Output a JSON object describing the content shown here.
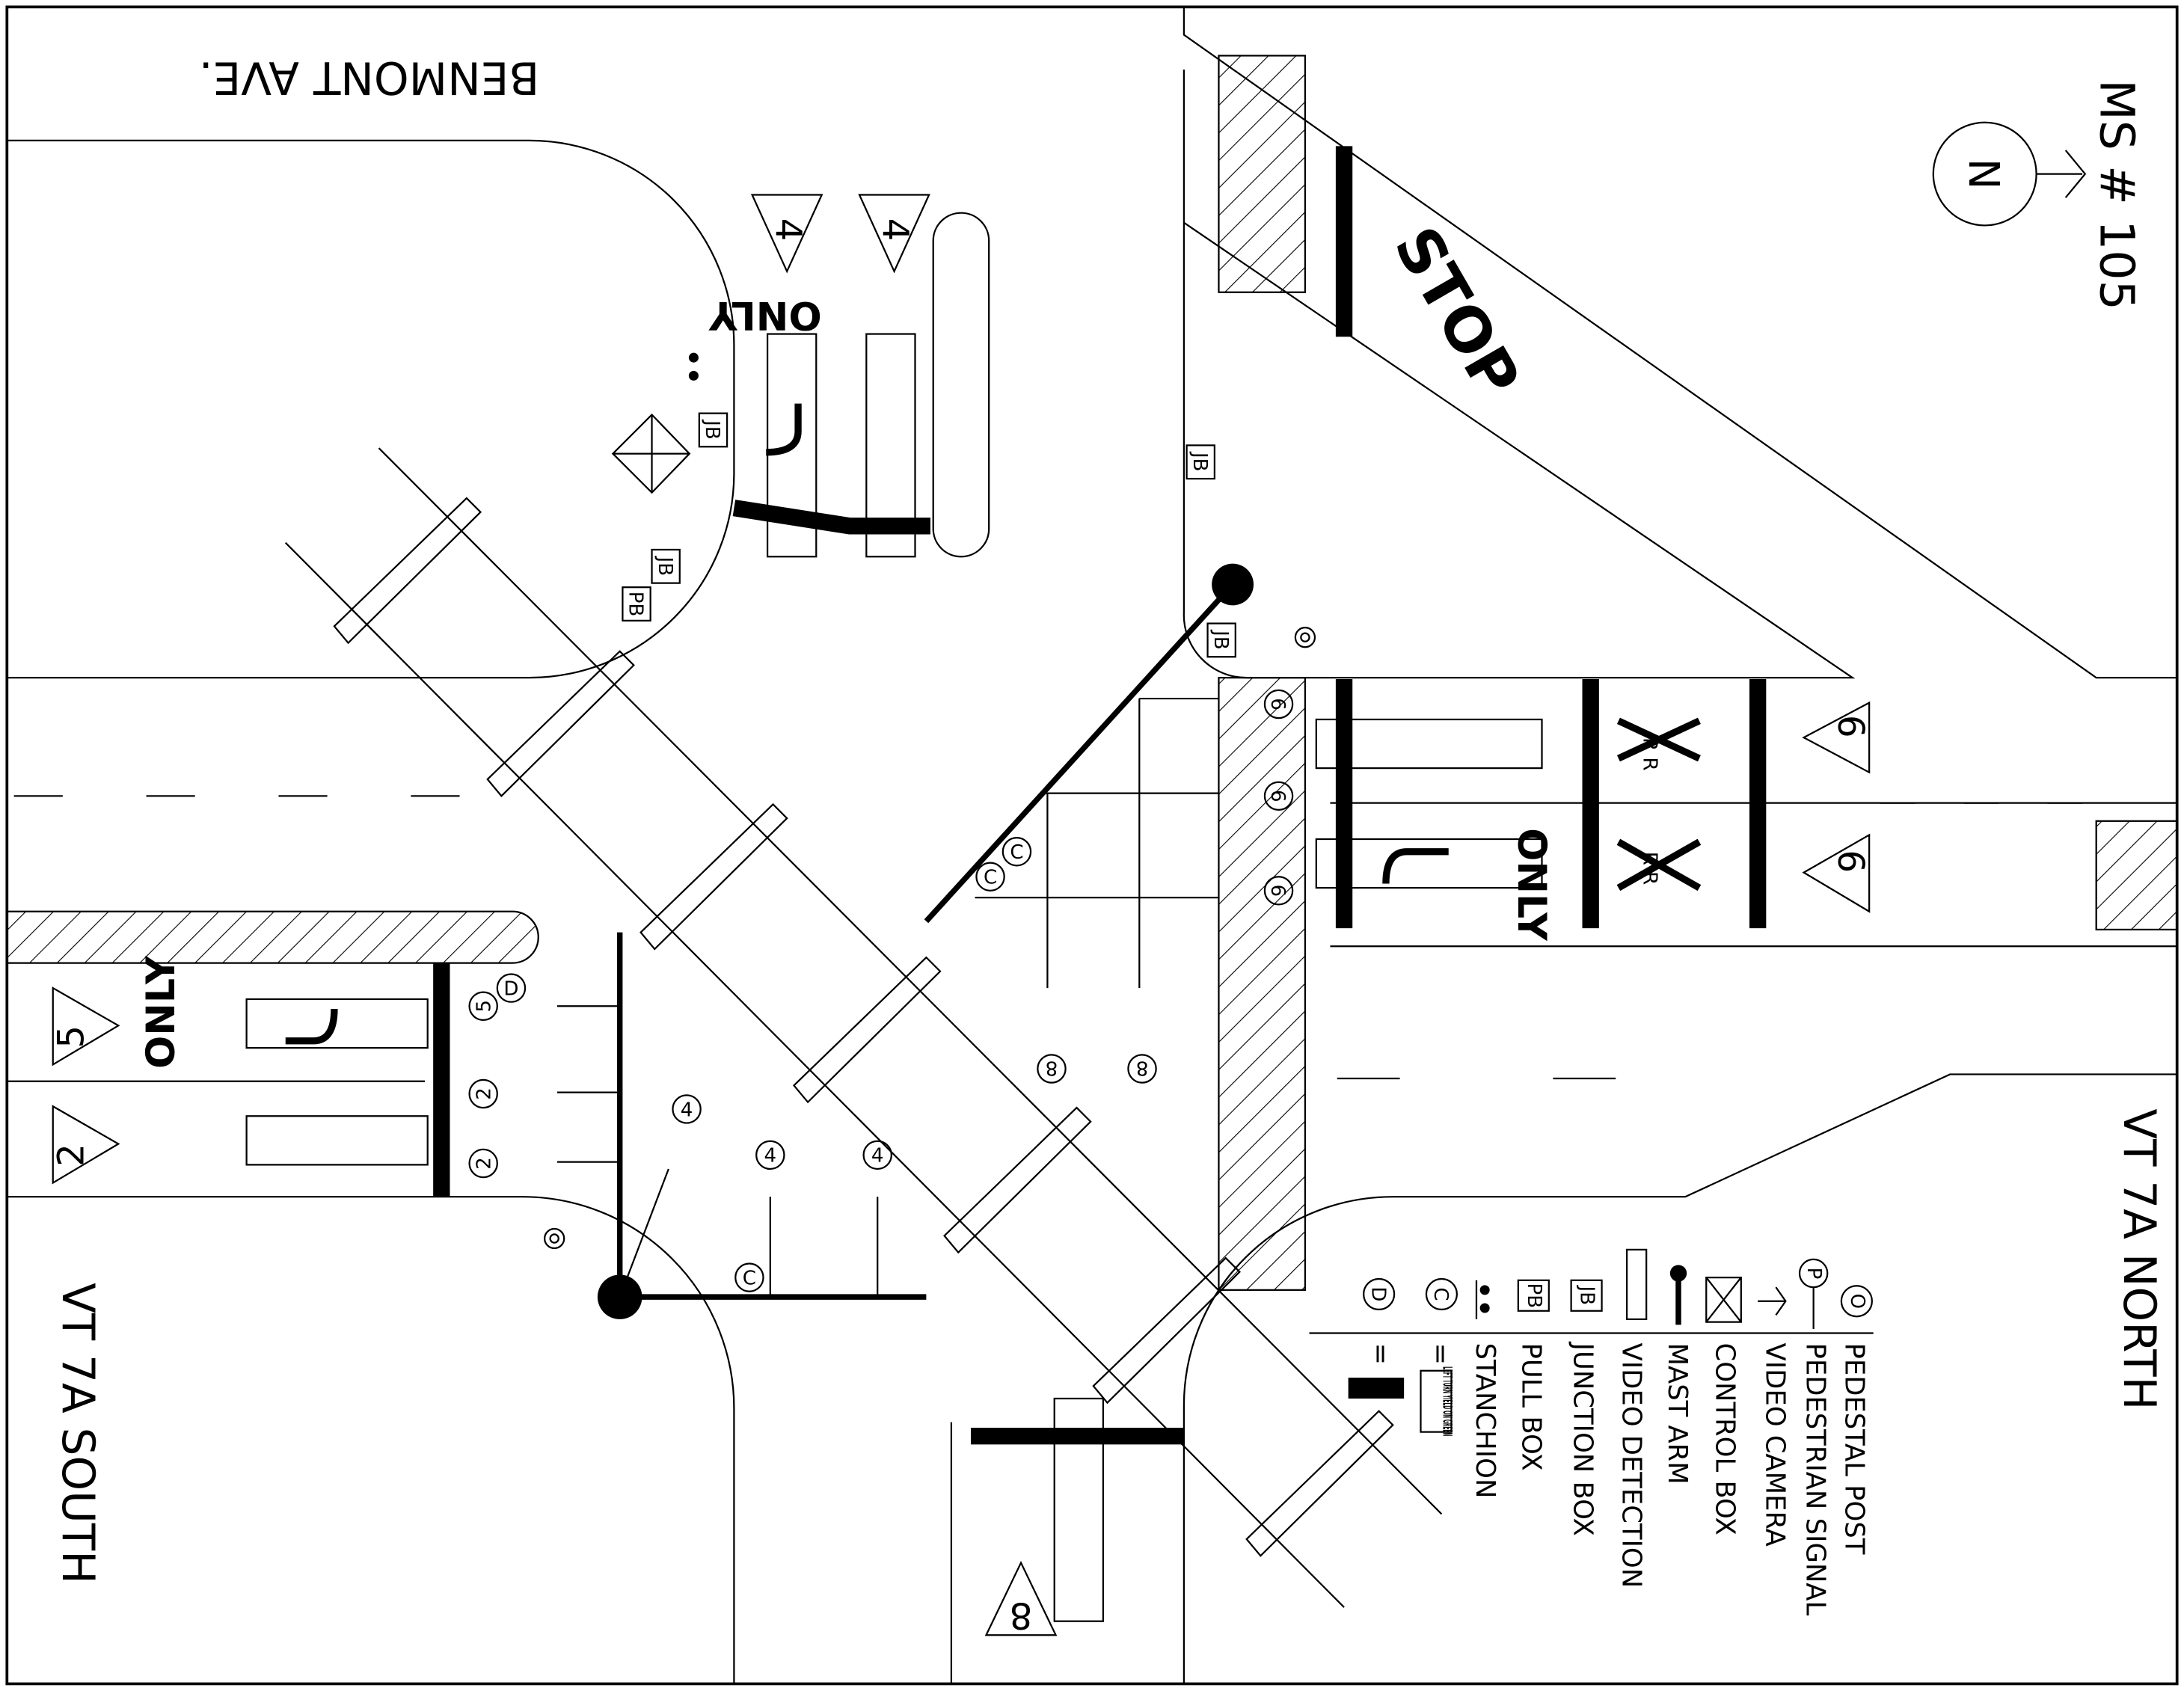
{
  "drawing": {
    "id_label": "MS # 105",
    "north_label": "N",
    "streets": {
      "top": "BENMONT AVE.",
      "right": "VT 7A NORTH",
      "left": "VT 7A SOUTH"
    },
    "pavement_markings": {
      "stop": "STOP",
      "only": "ONLY",
      "rr": "R R"
    },
    "phase_triangles": {
      "top_a": "4",
      "top_b": "4",
      "right_a": "6",
      "right_b": "6",
      "left_a": "5",
      "left_b": "2",
      "bottom": "8"
    },
    "signal_heads": {
      "six": "6",
      "eight": "8",
      "five": "5",
      "two": "2",
      "four": "4",
      "c": "C",
      "d": "D"
    },
    "boxes": {
      "jb": "JB",
      "pb": "PB"
    }
  },
  "legend": {
    "items": [
      {
        "symbol": "O",
        "label": "PEDESTAL POST"
      },
      {
        "symbol": "P",
        "label": "PEDESTRIAN SIGNAL"
      },
      {
        "symbol": "",
        "label": "VIDEO CAMERA"
      },
      {
        "symbol": "",
        "label": "CONTROL BOX"
      },
      {
        "symbol": "",
        "label": "MAST ARM"
      },
      {
        "symbol": "",
        "label": "VIDEO DETECTION"
      },
      {
        "symbol": "JB",
        "label": "JUNCTION BOX"
      },
      {
        "symbol": "PB",
        "label": "PULL BOX"
      },
      {
        "symbol": "",
        "label": "STANCHION"
      },
      {
        "symbol": "C",
        "label": "="
      },
      {
        "symbol": "D",
        "label": "="
      }
    ],
    "sign_text": "LEFT TURN YIELD ON GREEN"
  }
}
